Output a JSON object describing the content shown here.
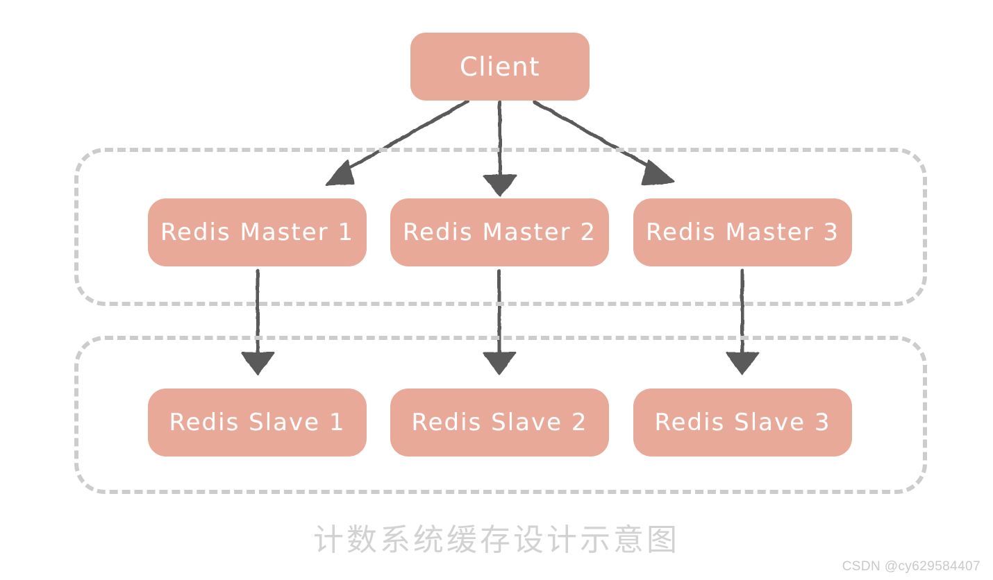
{
  "diagram": {
    "title": "计数系统缓存设计示意图",
    "watermark": "CSDN @cy629584407",
    "colors": {
      "node_fill": "#e9a998",
      "node_text": "#ffffff",
      "tier_border": "#cccccc",
      "arrow": "#5a5a5a",
      "caption_text": "#d2d2d2",
      "watermark_text": "#c9c9c9",
      "background": "#ffffff"
    },
    "client": {
      "label": "Client"
    },
    "tiers": [
      {
        "name": "masters-tier",
        "nodes": [
          {
            "id": "master-1",
            "label": "Redis Master 1"
          },
          {
            "id": "master-2",
            "label": "Redis Master 2"
          },
          {
            "id": "master-3",
            "label": "Redis Master 3"
          }
        ]
      },
      {
        "name": "slaves-tier",
        "nodes": [
          {
            "id": "slave-1",
            "label": "Redis Slave 1"
          },
          {
            "id": "slave-2",
            "label": "Redis Slave 2"
          },
          {
            "id": "slave-3",
            "label": "Redis Slave 3"
          }
        ]
      }
    ],
    "connections": [
      {
        "from": "Client",
        "to": "Redis Master 1",
        "style": "arrow"
      },
      {
        "from": "Client",
        "to": "Redis Master 2",
        "style": "arrow"
      },
      {
        "from": "Client",
        "to": "Redis Master 3",
        "style": "arrow"
      },
      {
        "from": "Redis Master 1",
        "to": "Redis Slave 1",
        "style": "arrow"
      },
      {
        "from": "Redis Master 2",
        "to": "Redis Slave 2",
        "style": "arrow"
      },
      {
        "from": "Redis Master 3",
        "to": "Redis Slave 3",
        "style": "arrow"
      }
    ]
  }
}
